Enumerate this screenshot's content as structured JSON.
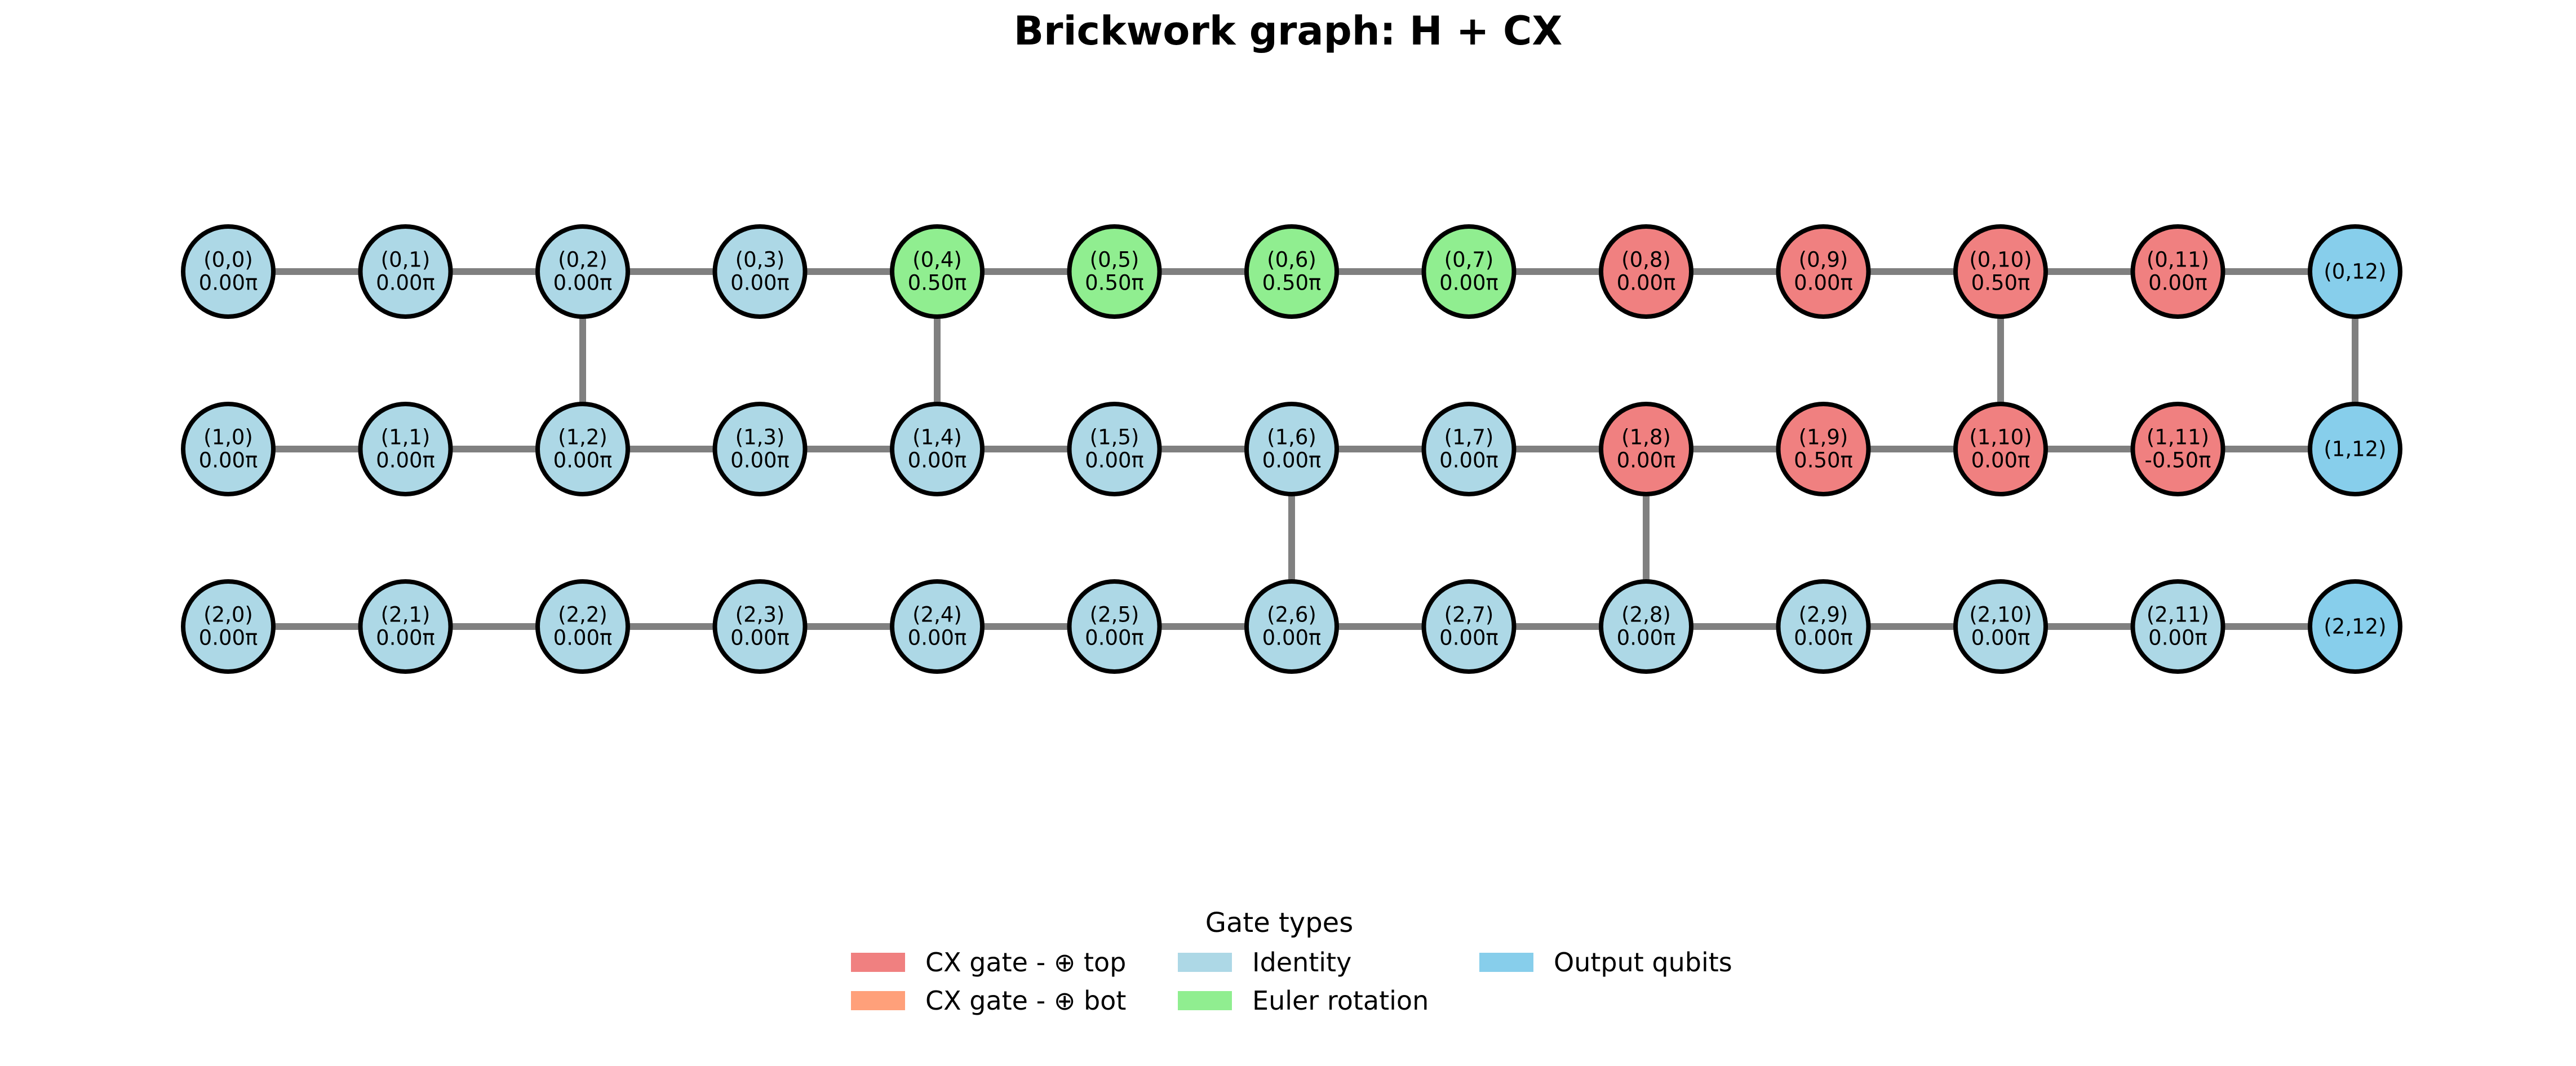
{
  "title": "Brickwork graph: H + CX",
  "colors": {
    "cx_top": "#f08080",
    "cx_bot": "#ffa07a",
    "identity": "#add8e6",
    "euler": "#90ee90",
    "output": "#87ceeb",
    "edge": "#808080",
    "node_stroke": "#000000"
  },
  "rows": 3,
  "cols": 13,
  "nodes": [
    [
      {
        "label": "(0,0)",
        "angle": "0.00π",
        "type": "identity"
      },
      {
        "label": "(0,1)",
        "angle": "0.00π",
        "type": "identity"
      },
      {
        "label": "(0,2)",
        "angle": "0.00π",
        "type": "identity"
      },
      {
        "label": "(0,3)",
        "angle": "0.00π",
        "type": "identity"
      },
      {
        "label": "(0,4)",
        "angle": "0.50π",
        "type": "euler"
      },
      {
        "label": "(0,5)",
        "angle": "0.50π",
        "type": "euler"
      },
      {
        "label": "(0,6)",
        "angle": "0.50π",
        "type": "euler"
      },
      {
        "label": "(0,7)",
        "angle": "0.00π",
        "type": "euler"
      },
      {
        "label": "(0,8)",
        "angle": "0.00π",
        "type": "cx_top"
      },
      {
        "label": "(0,9)",
        "angle": "0.00π",
        "type": "cx_top"
      },
      {
        "label": "(0,10)",
        "angle": "0.50π",
        "type": "cx_top"
      },
      {
        "label": "(0,11)",
        "angle": "0.00π",
        "type": "cx_top"
      },
      {
        "label": "(0,12)",
        "angle": "",
        "type": "output"
      }
    ],
    [
      {
        "label": "(1,0)",
        "angle": "0.00π",
        "type": "identity"
      },
      {
        "label": "(1,1)",
        "angle": "0.00π",
        "type": "identity"
      },
      {
        "label": "(1,2)",
        "angle": "0.00π",
        "type": "identity"
      },
      {
        "label": "(1,3)",
        "angle": "0.00π",
        "type": "identity"
      },
      {
        "label": "(1,4)",
        "angle": "0.00π",
        "type": "identity"
      },
      {
        "label": "(1,5)",
        "angle": "0.00π",
        "type": "identity"
      },
      {
        "label": "(1,6)",
        "angle": "0.00π",
        "type": "identity"
      },
      {
        "label": "(1,7)",
        "angle": "0.00π",
        "type": "identity"
      },
      {
        "label": "(1,8)",
        "angle": "0.00π",
        "type": "cx_top"
      },
      {
        "label": "(1,9)",
        "angle": "0.50π",
        "type": "cx_top"
      },
      {
        "label": "(1,10)",
        "angle": "0.00π",
        "type": "cx_top"
      },
      {
        "label": "(1,11)",
        "angle": "-0.50π",
        "type": "cx_top"
      },
      {
        "label": "(1,12)",
        "angle": "",
        "type": "output"
      }
    ],
    [
      {
        "label": "(2,0)",
        "angle": "0.00π",
        "type": "identity"
      },
      {
        "label": "(2,1)",
        "angle": "0.00π",
        "type": "identity"
      },
      {
        "label": "(2,2)",
        "angle": "0.00π",
        "type": "identity"
      },
      {
        "label": "(2,3)",
        "angle": "0.00π",
        "type": "identity"
      },
      {
        "label": "(2,4)",
        "angle": "0.00π",
        "type": "identity"
      },
      {
        "label": "(2,5)",
        "angle": "0.00π",
        "type": "identity"
      },
      {
        "label": "(2,6)",
        "angle": "0.00π",
        "type": "identity"
      },
      {
        "label": "(2,7)",
        "angle": "0.00π",
        "type": "identity"
      },
      {
        "label": "(2,8)",
        "angle": "0.00π",
        "type": "identity"
      },
      {
        "label": "(2,9)",
        "angle": "0.00π",
        "type": "identity"
      },
      {
        "label": "(2,10)",
        "angle": "0.00π",
        "type": "identity"
      },
      {
        "label": "(2,11)",
        "angle": "0.00π",
        "type": "identity"
      },
      {
        "label": "(2,12)",
        "angle": "",
        "type": "output"
      }
    ]
  ],
  "vertical_edges": [
    {
      "col": 2,
      "from_row": 0,
      "to_row": 1
    },
    {
      "col": 4,
      "from_row": 0,
      "to_row": 1
    },
    {
      "col": 10,
      "from_row": 0,
      "to_row": 1
    },
    {
      "col": 12,
      "from_row": 0,
      "to_row": 1
    },
    {
      "col": 6,
      "from_row": 1,
      "to_row": 2
    },
    {
      "col": 8,
      "from_row": 1,
      "to_row": 2
    }
  ],
  "legend": {
    "title": "Gate types",
    "items": [
      {
        "label": "CX gate - ⊕ top",
        "type": "cx_top"
      },
      {
        "label": "Identity",
        "type": "identity"
      },
      {
        "label": "Output qubits",
        "type": "output"
      },
      {
        "label": "CX gate - ⊕ bot",
        "type": "cx_bot"
      },
      {
        "label": "Euler rotation",
        "type": "euler"
      }
    ]
  }
}
